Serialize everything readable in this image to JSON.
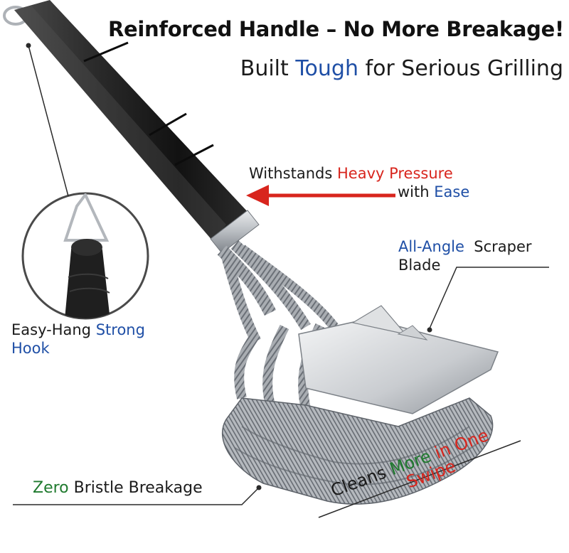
{
  "headline": "Reinforced Handle – No More Breakage!",
  "subhead": {
    "pre": "Built ",
    "accent": "Tough",
    "post": " for Serious Grilling"
  },
  "pressure": {
    "pre": "Withstands ",
    "accent": "Heavy Pressure",
    "l2_pre": "with ",
    "l2_accent": "Ease"
  },
  "scraper": {
    "accent": "All-Angle",
    "post": "  Scraper",
    "l2": "Blade"
  },
  "hook": {
    "pre": "Easy-Hang ",
    "accent": "Strong",
    "l2": "Hook"
  },
  "zero": {
    "accent": "Zero",
    "post": " Bristle Breakage"
  },
  "cleans": {
    "pre": "Cleans ",
    "more": "More",
    "accent": " in One",
    "l2": "Swipe"
  },
  "colors": {
    "blue": "#1f4fa6",
    "red": "#d8251d",
    "green": "#1f7a2e",
    "handle": "#1e1e1e",
    "steel": "#b9bcc0"
  }
}
